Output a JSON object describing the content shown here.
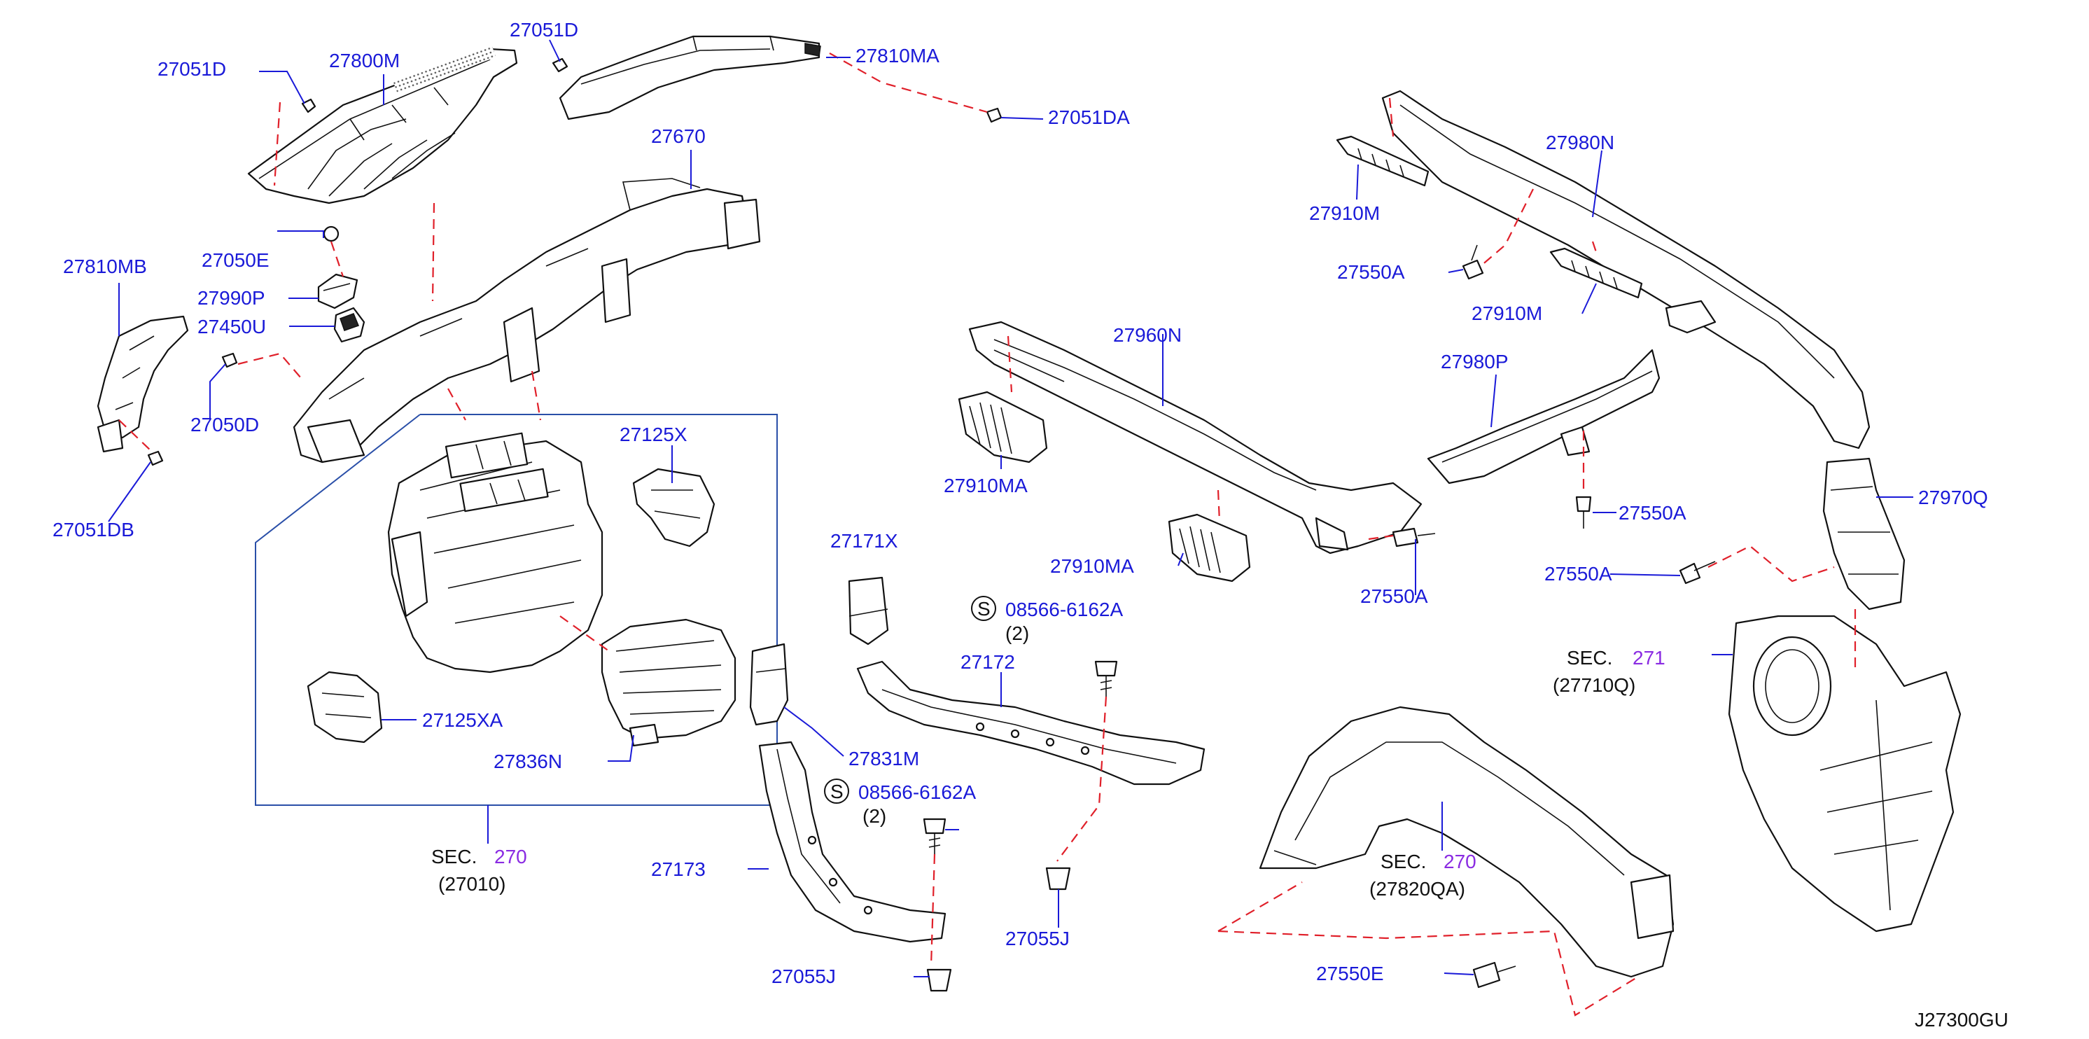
{
  "diagram_code": "J27300GU",
  "colors": {
    "label": "#1a1ad8",
    "leader": "#1a1ad8",
    "dashed_link": "#e0202a",
    "section_ref": "#8a2be2",
    "box": "#2a4fa8"
  },
  "parts": {
    "p27051D_a": "27051D",
    "p27051D_b": "27051D",
    "p27800M": "27800M",
    "p27810MA": "27810MA",
    "p27051DA": "27051DA",
    "p27670": "27670",
    "p27050E": "27050E",
    "p27810MB": "27810MB",
    "p27990P": "27990P",
    "p27450U": "27450U",
    "p27050D": "27050D",
    "p27051DB": "27051DB",
    "p27125X": "27125X",
    "p27125XA": "27125XA",
    "p27836N": "27836N",
    "p27171X": "27171X",
    "p08566_a": "08566-6162A",
    "p08566_a_qty": "(2)",
    "p27172": "27172",
    "p27831M": "27831M",
    "p08566_b": "08566-6162A",
    "p08566_b_qty": "(2)",
    "p27173": "27173",
    "p27055J_a": "27055J",
    "p27055J_b": "27055J",
    "p27960N": "27960N",
    "p27910MA_a": "27910MA",
    "p27910MA_b": "27910MA",
    "p27550A_a": "27550A",
    "p27980N": "27980N",
    "p27910M_a": "27910M",
    "p27550A_b": "27550A",
    "p27910M_b": "27910M",
    "p27980P": "27980P",
    "p27550A_c": "27550A",
    "p27550A_d": "27550A",
    "p27970Q": "27970Q",
    "p27550E": "27550E",
    "s_symbol": "S"
  },
  "sections": [
    {
      "prefix": "SEC.",
      "num": "270",
      "sub": "(27010)"
    },
    {
      "prefix": "SEC.",
      "num": "270",
      "sub": "(27820QA)"
    },
    {
      "prefix": "SEC.",
      "num": "271",
      "sub": "(27710Q)"
    }
  ]
}
